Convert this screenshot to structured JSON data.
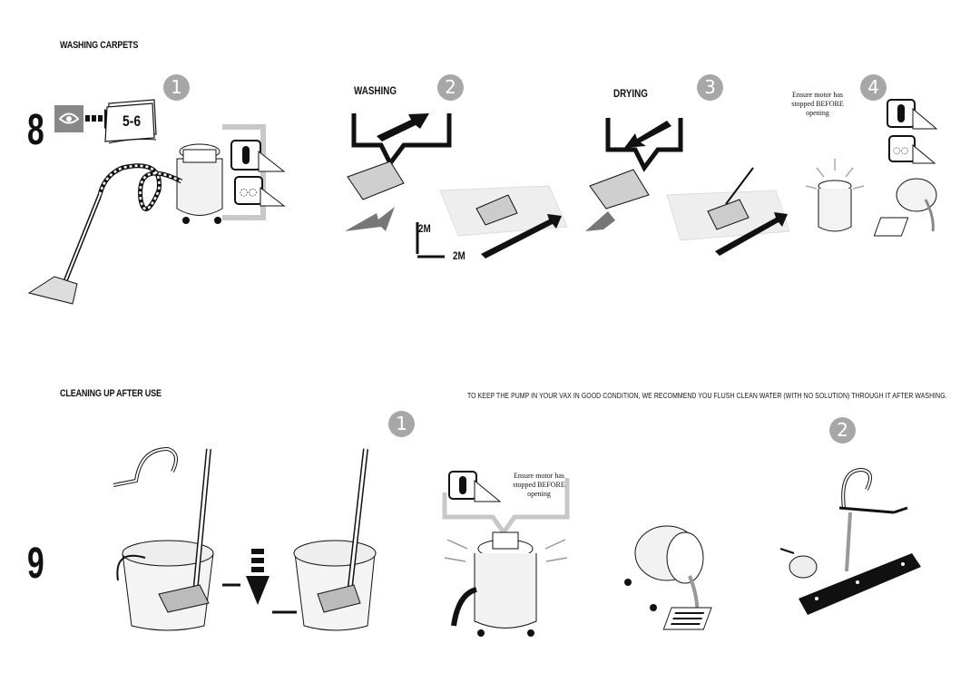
{
  "section8": {
    "number": "8",
    "heading": "WASHING CARPETS",
    "manual_ref": "5-6",
    "steps": [
      {
        "num": "1"
      },
      {
        "num": "2",
        "label": "WASHING",
        "dist_up": "2M",
        "dist_right": "2M"
      },
      {
        "num": "3",
        "label": "DRYING"
      },
      {
        "num": "4",
        "caption_lines": [
          "Ensure motor has",
          "stopped BEFORE",
          "opening"
        ]
      }
    ]
  },
  "section9": {
    "number": "9",
    "heading": "CLEANING UP AFTER USE",
    "note": "TO KEEP THE PUMP IN YOUR VAX IN GOOD CONDITION, WE RECOMMEND YOU FLUSH CLEAN WATER (WITH NO SOLUTION) THROUGH IT AFTER WASHING.",
    "steps": [
      {
        "num": "1",
        "caption_lines": [
          "Ensure motor has",
          "stopped BEFORE",
          "opening"
        ]
      },
      {
        "num": "2"
      }
    ]
  },
  "colors": {
    "circle": "#a7a7a7",
    "frame": "#c8c8c8",
    "ink": "#111111"
  }
}
